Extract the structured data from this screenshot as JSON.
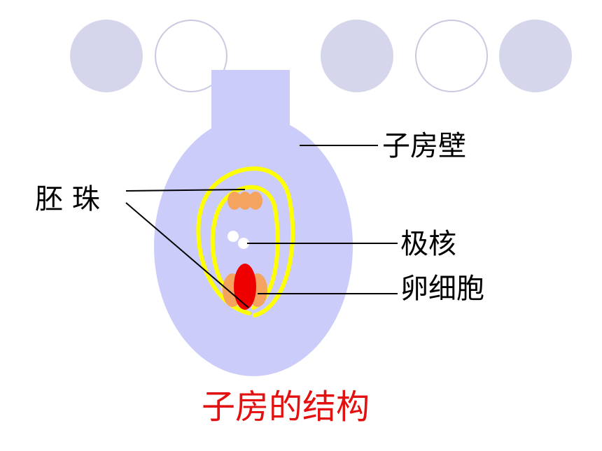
{
  "labels": {
    "ovary_wall": "子房壁",
    "ovule": "胚 珠",
    "polar_nuclei": "极核",
    "egg_cell": "卵细胞"
  },
  "caption": "子房的结构",
  "colors": {
    "ovary_fill": "#ccccfa",
    "ovule_outline": "#ffff00",
    "cell_orange": "#f5a45f",
    "egg_cell": "#ee0000",
    "polar_nucleus": "#ffffff",
    "caption_text": "#e31010",
    "deco_circle_fill": "#d5d5ec",
    "deco_circle_stroke": "#c9c9e2",
    "leader_line": "#000000"
  }
}
